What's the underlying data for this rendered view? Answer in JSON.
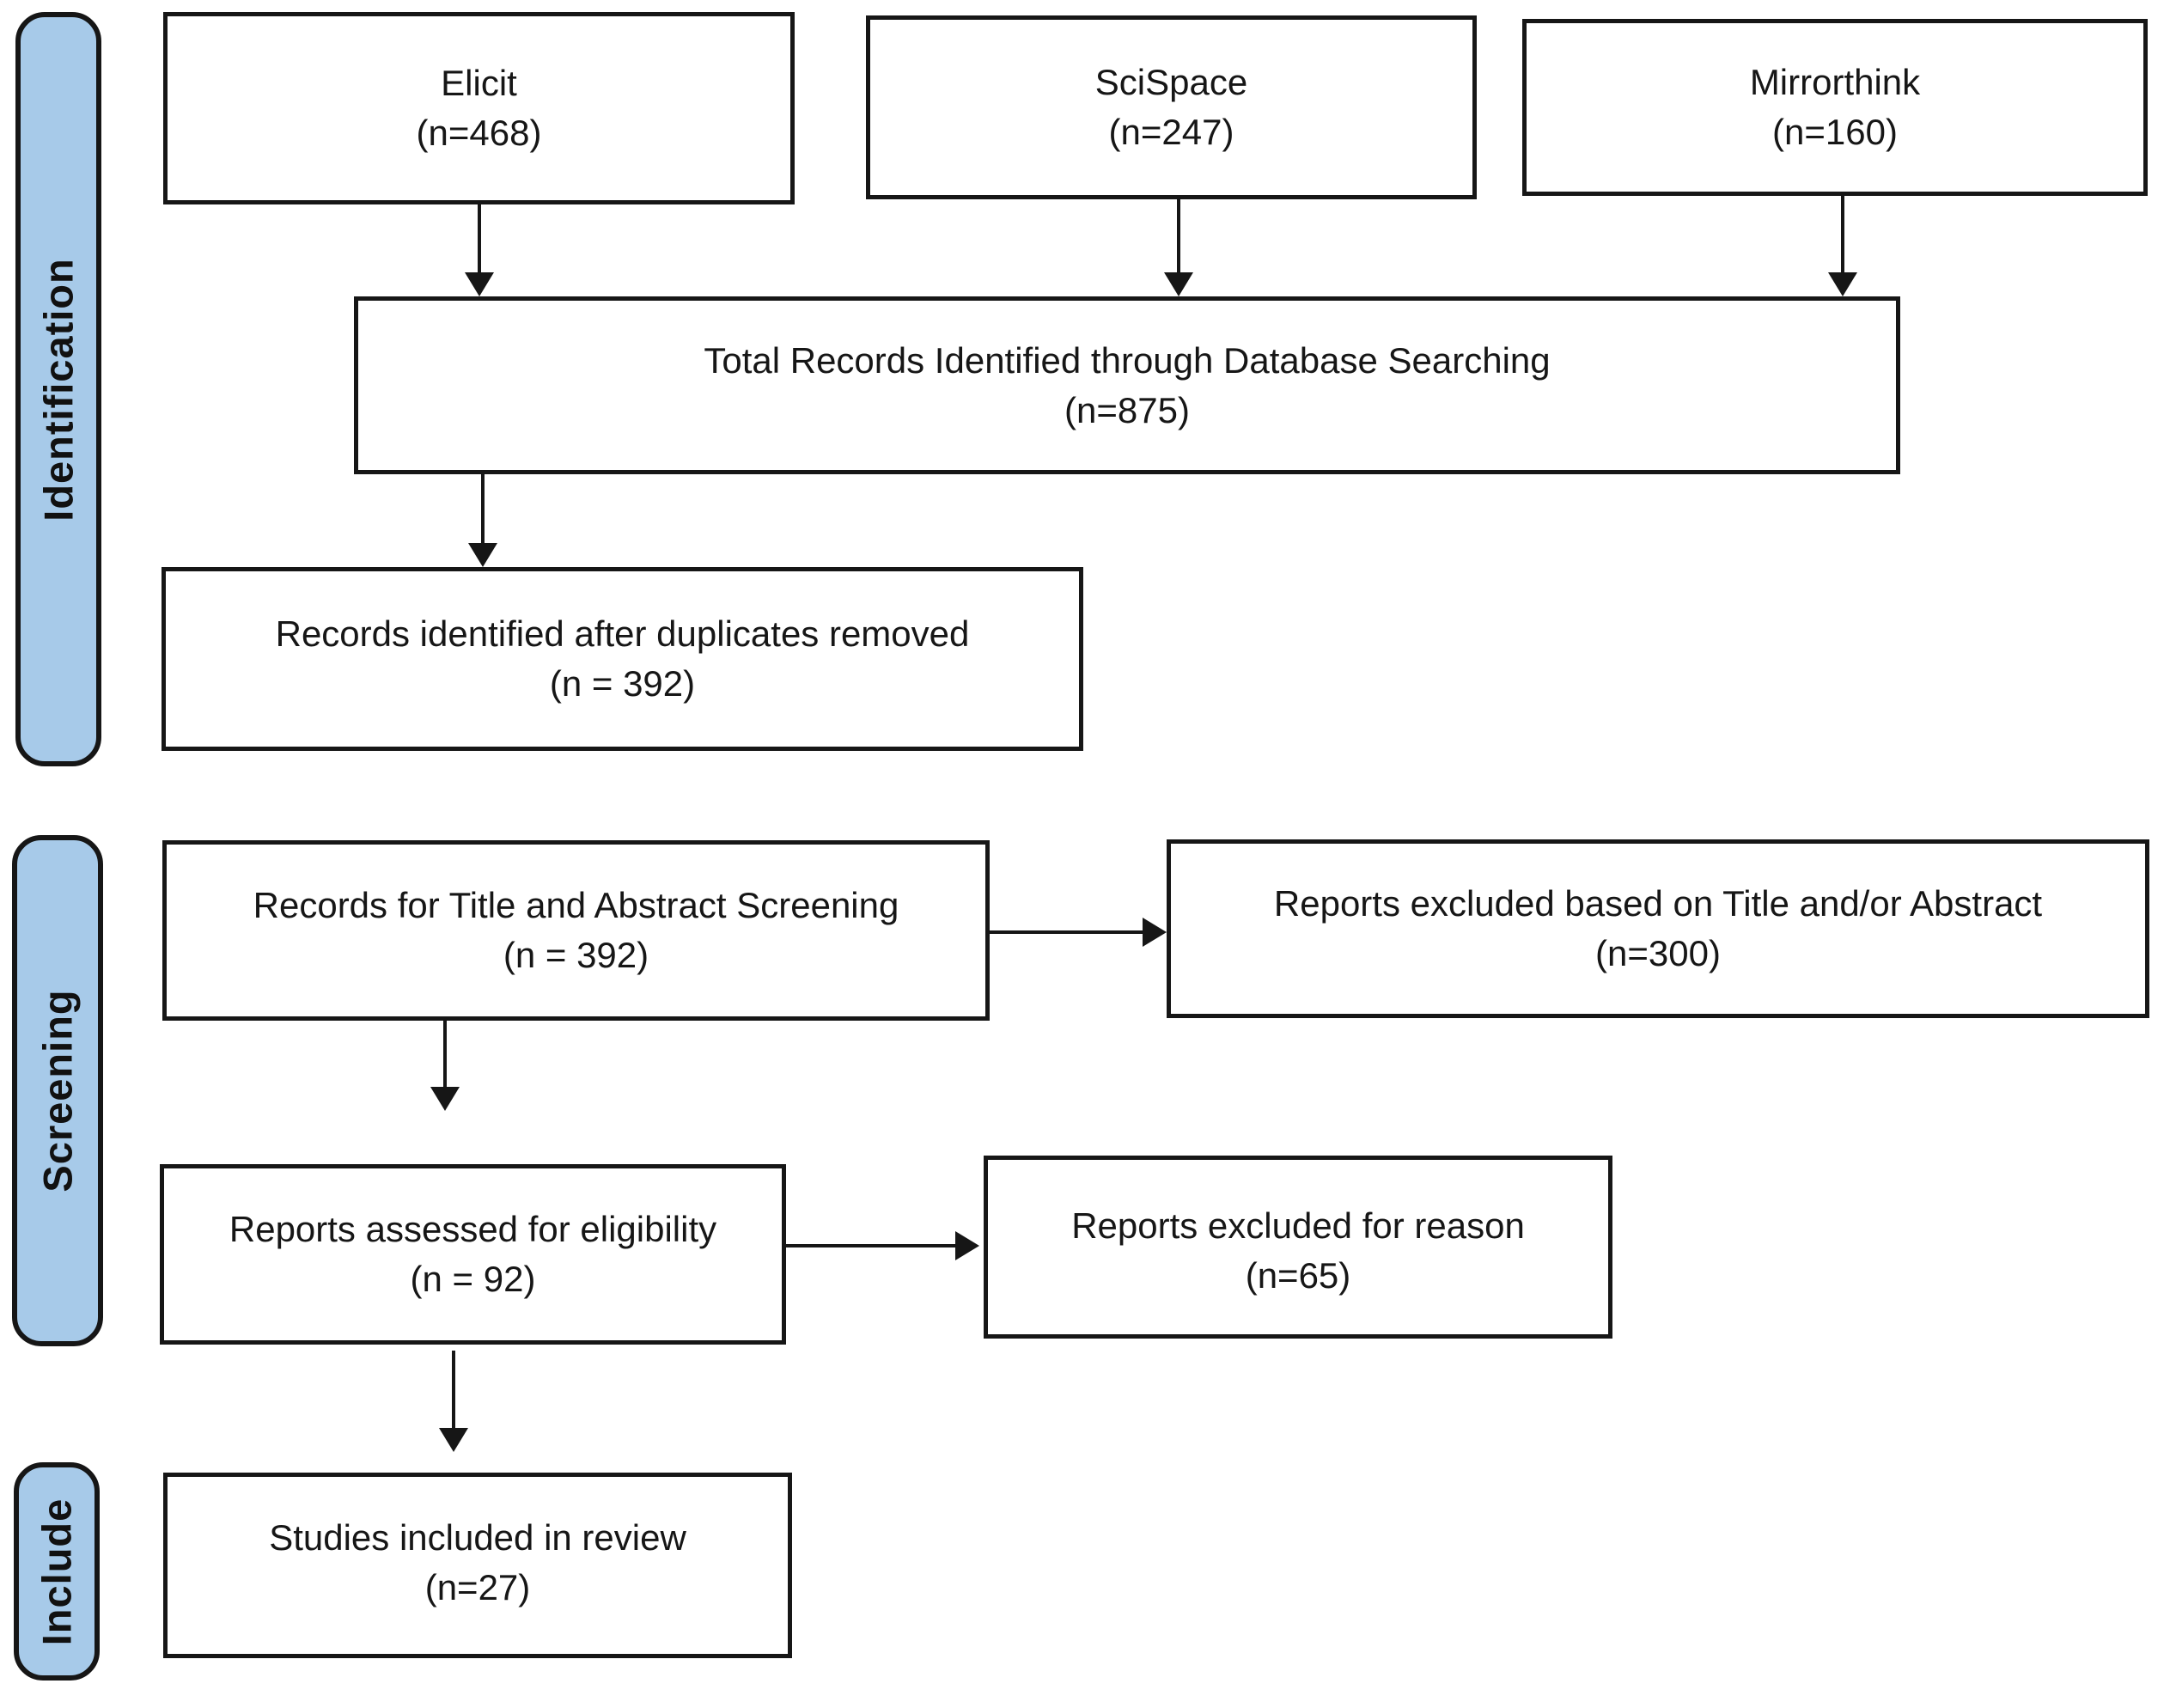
{
  "stages": {
    "identification": "Identification",
    "screening": "Screening",
    "include": "Include"
  },
  "boxes": {
    "elicit": {
      "line1": "Elicit",
      "line2": "(n=468)"
    },
    "scispace": {
      "line1": "SciSpace",
      "line2": "(n=247)"
    },
    "mirrorthink": {
      "line1": "Mirrorthink",
      "line2": "(n=160)"
    },
    "total_records": {
      "line1": "Total Records Identified through Database Searching",
      "line2": "(n=875)"
    },
    "after_duplicates": {
      "line1": "Records identified after duplicates removed",
      "line2": "(n = 392)"
    },
    "title_abstract_screening": {
      "line1": "Records for Title and Abstract Screening",
      "line2": "(n = 392)"
    },
    "excluded_title_abstract": {
      "line1": "Reports excluded based on Title and/or Abstract",
      "line2": "(n=300)"
    },
    "assessed_eligibility": {
      "line1": "Reports assessed for eligibility",
      "line2": "(n = 92)"
    },
    "excluded_reason": {
      "line1": "Reports excluded for reason",
      "line2": "(n=65)"
    },
    "included_review": {
      "line1": "Studies included in review",
      "line2": "(n=27)"
    }
  },
  "colors": {
    "stage_fill": "#A7CAE9",
    "line": "#161616",
    "background": "#FFFFFF"
  }
}
